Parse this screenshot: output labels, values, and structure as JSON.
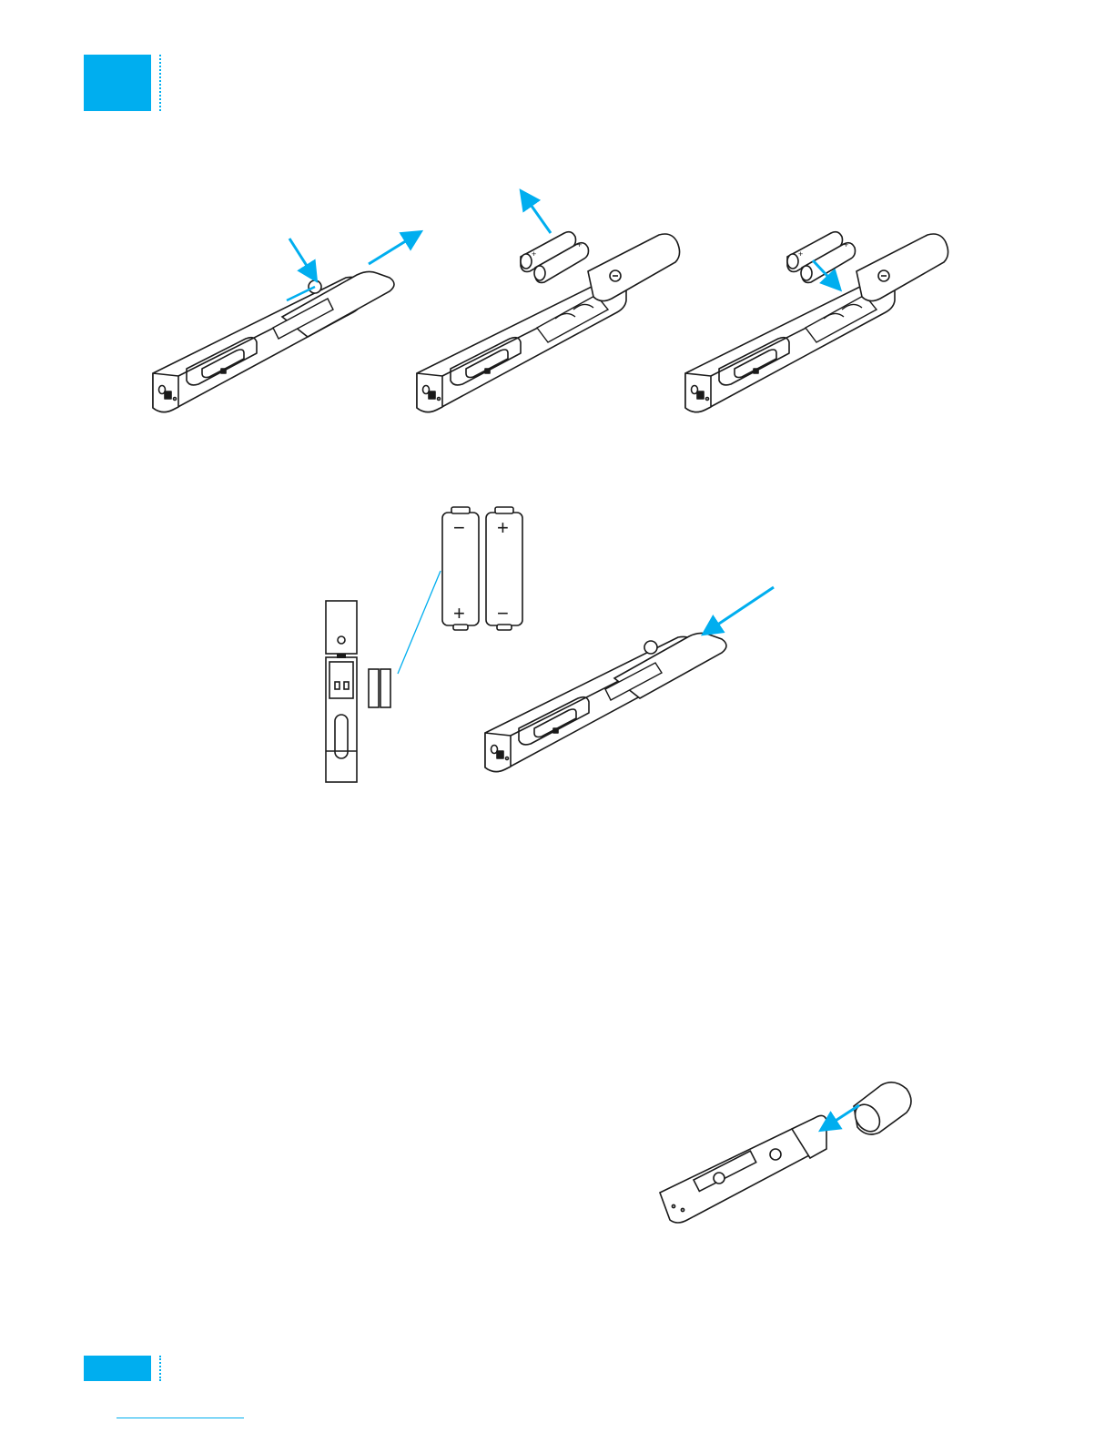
{
  "page": {
    "accent_color": "#00aeef",
    "line_color": "#1a1a1a",
    "header_tab_color": "#00aeef"
  },
  "figures": [
    {
      "id": "step-open-cover",
      "icon": "pen-remote-with-sliding-cover"
    },
    {
      "id": "step-remove-batteries",
      "icon": "pen-remote-batteries-out"
    },
    {
      "id": "step-insert-batteries",
      "icon": "pen-remote-batteries-in"
    },
    {
      "id": "battery-polarity-diagram",
      "icon": "polarity-callout",
      "labels": [
        "+",
        "−",
        "+",
        "−"
      ]
    },
    {
      "id": "step-close-cover",
      "icon": "pen-remote-cover-slide-back"
    },
    {
      "id": "step-attach-cap",
      "icon": "pen-remote-end-cap"
    }
  ]
}
